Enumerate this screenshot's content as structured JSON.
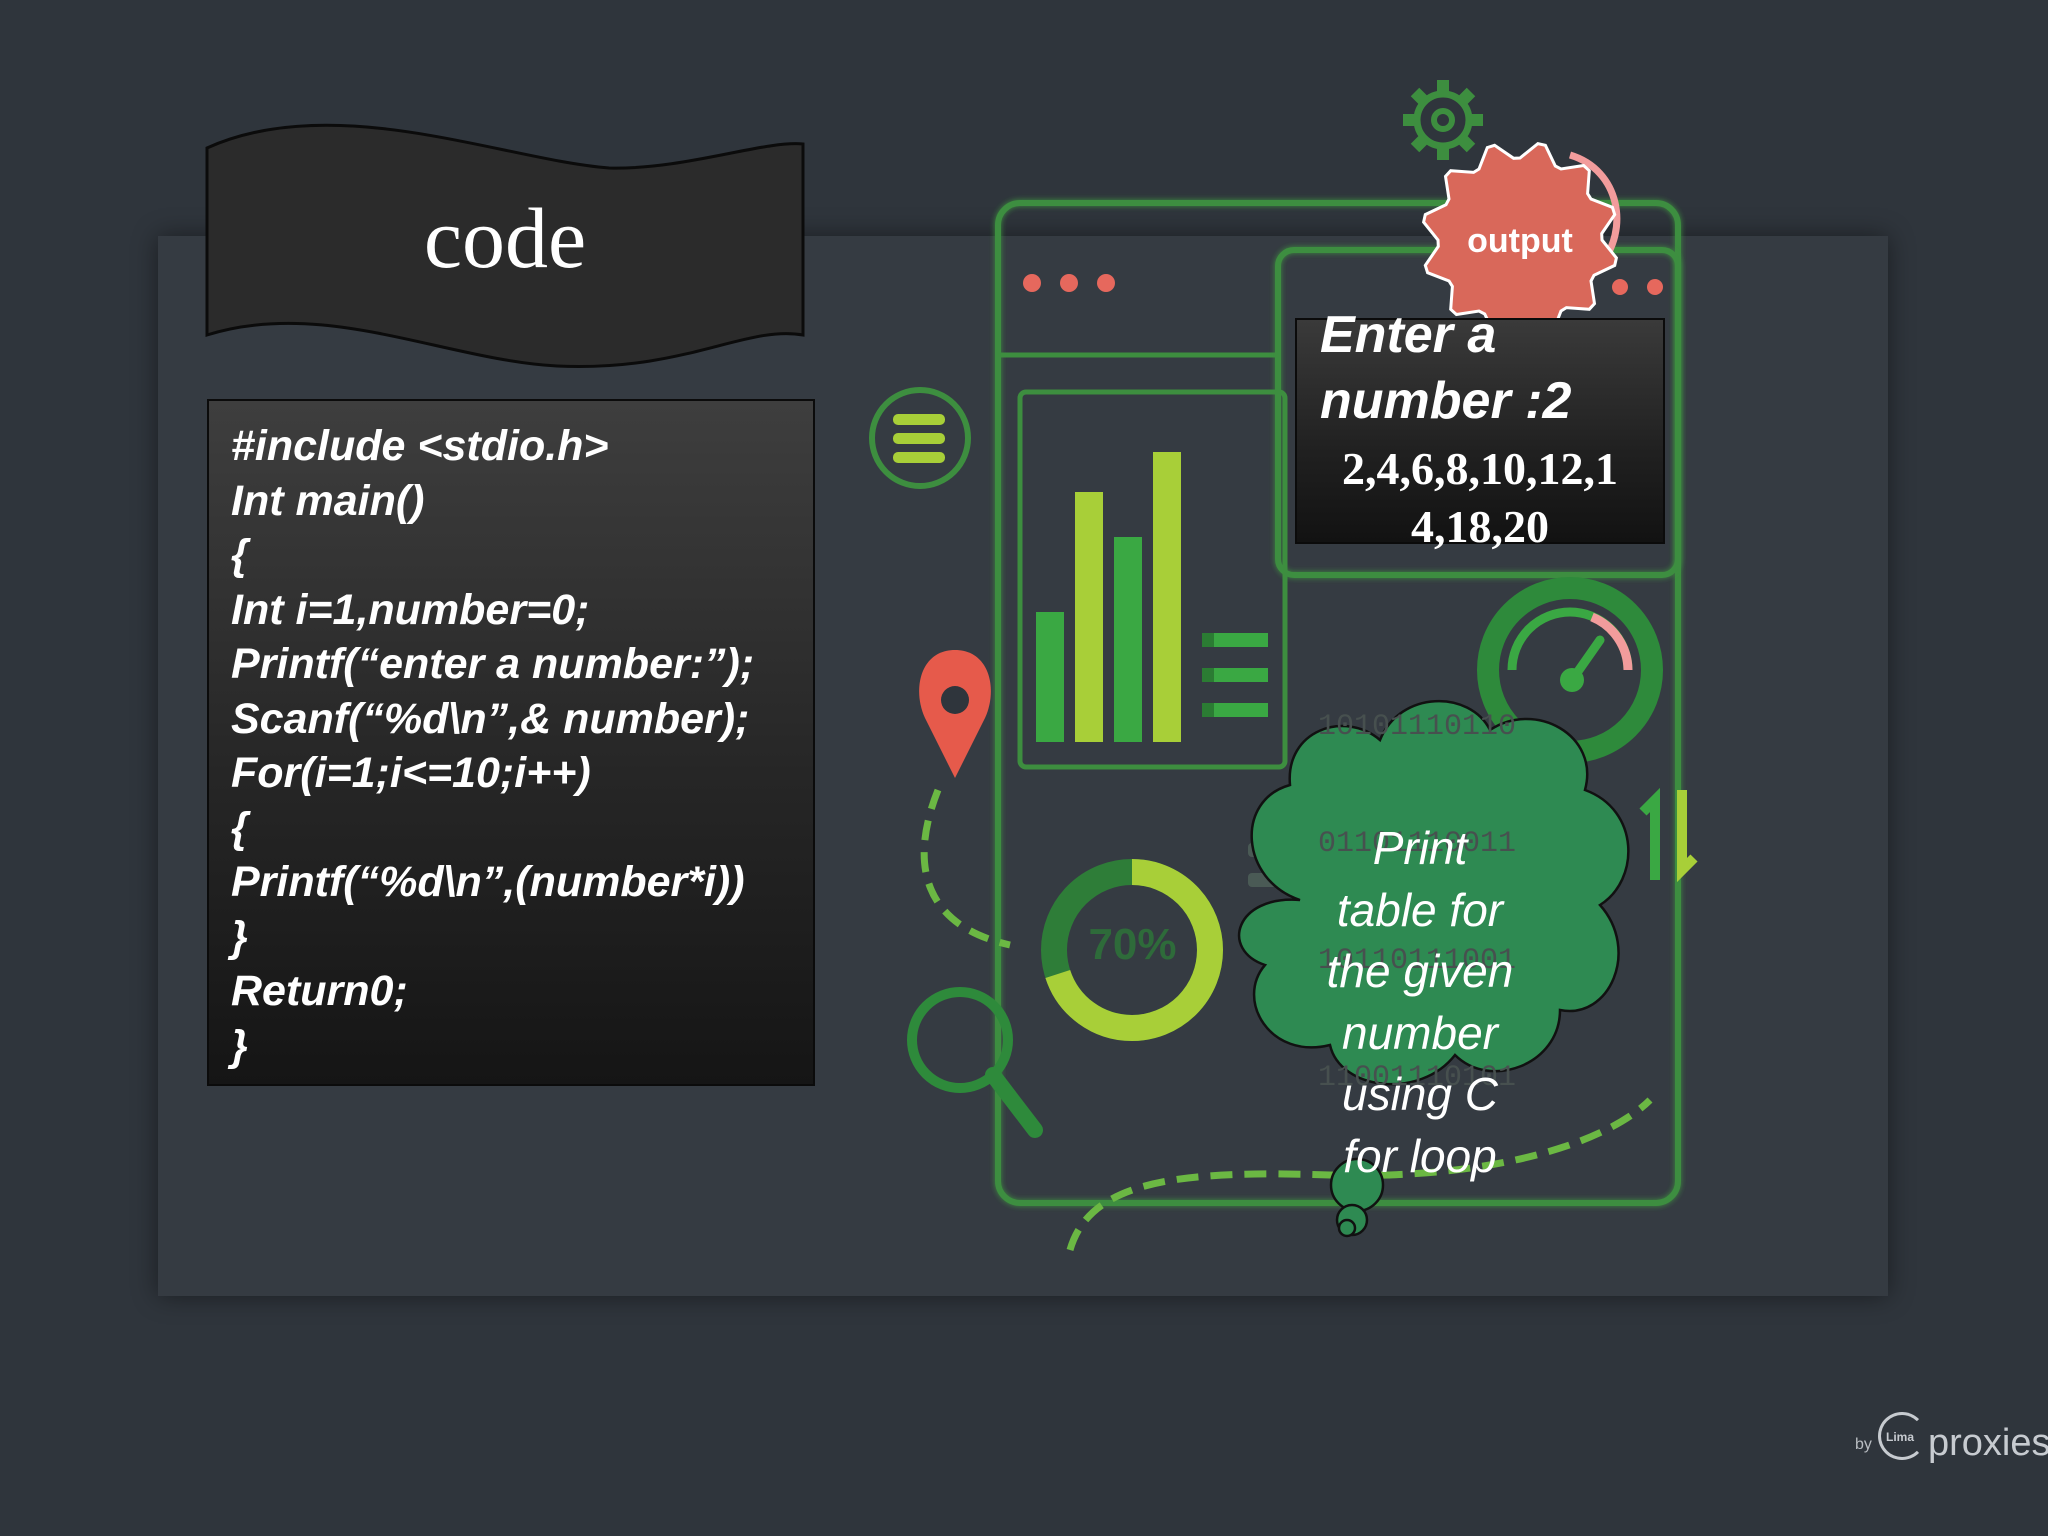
{
  "banner": {
    "title": "code"
  },
  "code": {
    "lines": [
      "#include <stdio.h>",
      "Int main()",
      "{",
      "Int i=1,number=0;",
      "Printf(“enter a number:”);",
      "Scanf(“%d\\n”,& number);",
      "For(i=1;i<=10;i++)",
      "{",
      "Printf(“%d\\n”,(number*i))",
      "}",
      "Return0;",
      "}"
    ]
  },
  "output": {
    "gear_label": "output",
    "prompt_line1": "Enter a",
    "prompt_line2": "number :2",
    "result_line1": "2,4,6,8,10,12,1",
    "result_line2": "4,18,20"
  },
  "callout": {
    "lines": [
      "Print",
      "table for",
      "the given",
      "number",
      "using C",
      "for loop"
    ]
  },
  "illustration": {
    "donut_label": "70%",
    "donut_fill": 0.7,
    "binary_lines": [
      "10101110110",
      "01101110011",
      "10110111001",
      "11001110101"
    ],
    "accent_colors": {
      "green": "#3aa843",
      "lime": "#a8cf38",
      "red": "#e65a4b",
      "pink": "#f29c9c"
    }
  },
  "logo": {
    "by": "by",
    "small": "Lima",
    "word": "proxies"
  },
  "theme": {
    "background": "#2f353c",
    "code_text": "#ffffff",
    "callout_fill": "#2e8a52",
    "gear_fill": "#d9685a"
  }
}
